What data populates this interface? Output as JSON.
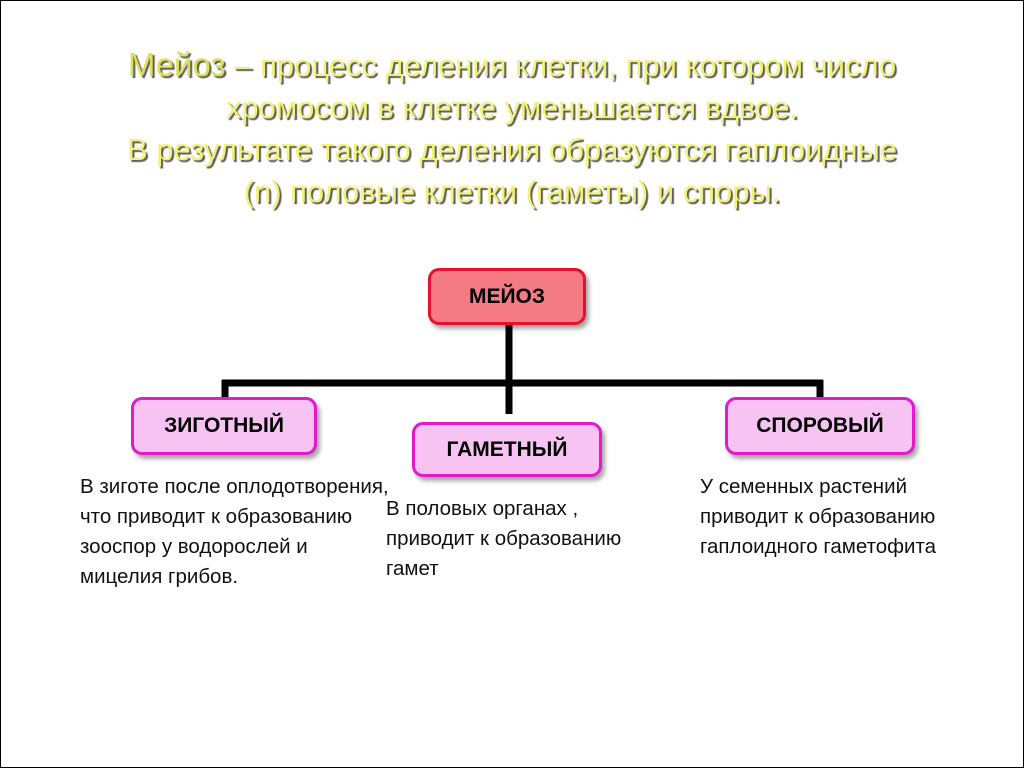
{
  "title": {
    "term": "Мейоз",
    "rest_line1": " – процесс деления клетки, при котором число",
    "line2": "хромосом в клетке уменьшается вдвое.",
    "line3": "В результате такого деления образуются гаплоидные",
    "line4": "(n) половые клетки (гаметы) и споры."
  },
  "diagram": {
    "root": "МЕЙОЗ",
    "nodes": [
      {
        "label": "ЗИГОТНЫЙ",
        "description": "В зиготе после оплодотворения, что приводит к образованию зооспор у водорослей и мицелия грибов."
      },
      {
        "label": "ГАМЕТНЫЙ",
        "description": "В половых органах , приводит к образованию гамет"
      },
      {
        "label": "СПОРОВЫЙ",
        "description": "У семенных растений приводит к образованию гаплоидного гаметофита"
      }
    ]
  },
  "colors": {
    "title_text": "#f2f27a",
    "root_fill": "#f47a84",
    "root_border": "#e8102a",
    "node_fill": "#f7c3f2",
    "node_border": "#e21acb",
    "connector": "#000000"
  }
}
